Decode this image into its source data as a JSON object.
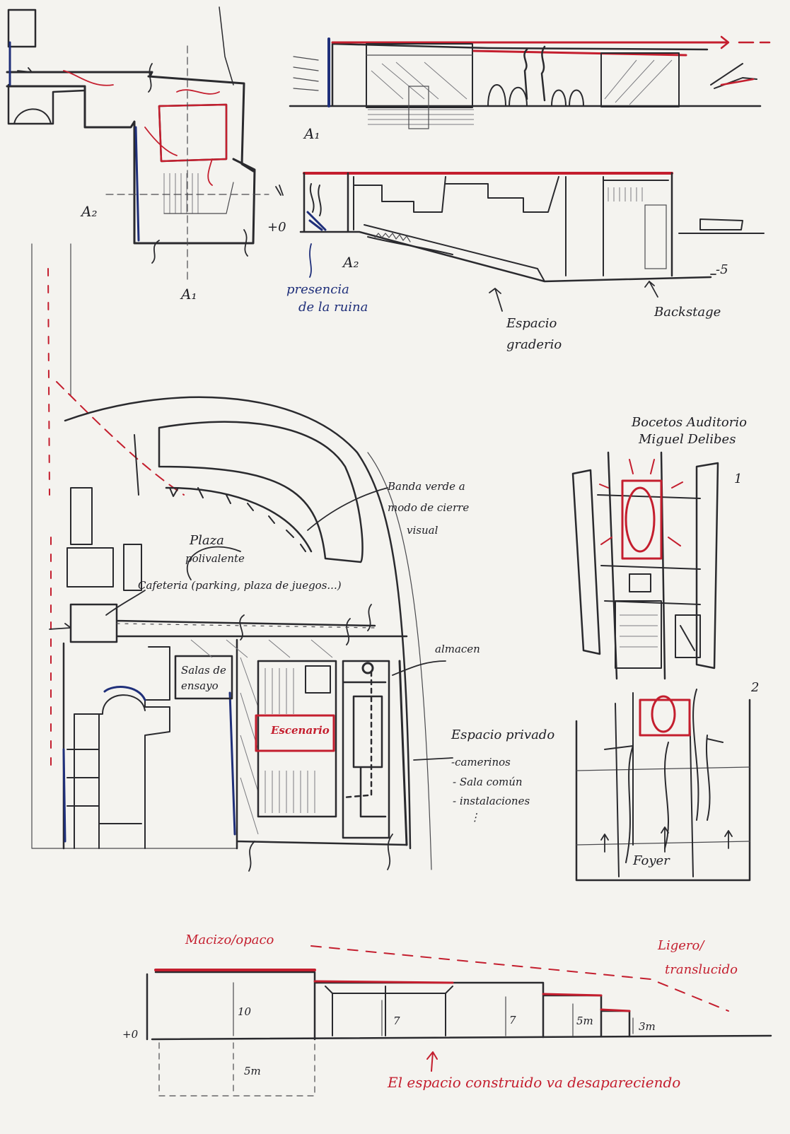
{
  "section_a1": {
    "label": "A₁"
  },
  "section_a2": {
    "label": "A₂",
    "level_top": "+0",
    "level_bottom": "-5"
  },
  "plan_top": {
    "cut_a2": "A₂",
    "cut_a1": "A₁"
  },
  "annotations": {
    "ruin_presence": [
      "presencia",
      "de la ruina"
    ],
    "seating_space": [
      "Espacio",
      "graderio"
    ],
    "backstage": "Backstage"
  },
  "site_plan": {
    "green_band": [
      "Banda verde a",
      "modo de cierre",
      "visual"
    ],
    "plaza": [
      "Plaza",
      "polivalente"
    ],
    "cafeteria": "Cafeteria (parking, plaza de juegos...)",
    "rehearsal_rooms": [
      "Salas de",
      "ensayo"
    ],
    "storage": "almacen",
    "stage_tag": "Escenario",
    "private_space": {
      "title": "Espacio privado",
      "items": [
        "-camerinos",
        "- Sala común",
        "- instalaciones",
        "⋮"
      ]
    }
  },
  "sketches": {
    "title": [
      "Bocetos Auditorio",
      "Miguel Delibes"
    ],
    "number_1": "1",
    "number_2": "2",
    "foyer": "Foyer"
  },
  "elevation": {
    "massive_label": "Macizo/opaco",
    "light_label": [
      "Ligero/",
      "translucido"
    ],
    "level_zero": "+0",
    "heights": [
      "10",
      "7",
      "7",
      "5m",
      "3m"
    ],
    "depth": "5m",
    "caption": "El espacio construido va desapareciendo"
  },
  "colors": {
    "ink": "#2a2a2e",
    "red": "#c41e2e",
    "blue": "#1f2f7a",
    "paper": "#f4f3ef"
  }
}
